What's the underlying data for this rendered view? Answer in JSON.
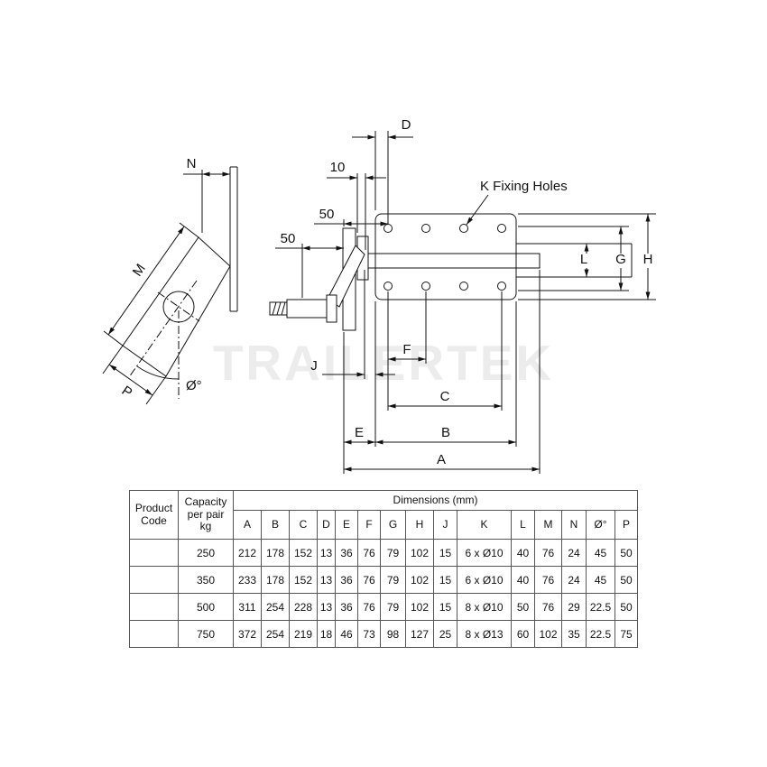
{
  "watermark": "TRAILERTEK",
  "diagram": {
    "labels": {
      "d": "D",
      "offset10": "10",
      "offset50_top": "50",
      "offset50_bottom": "50",
      "k_note": "K Fixing Holes",
      "l": "L",
      "g": "G",
      "h": "H",
      "f": "F",
      "j": "J",
      "c": "C",
      "e": "E",
      "b": "B",
      "a": "A",
      "n": "N",
      "m": "M",
      "p": "P",
      "angle": "Ø°"
    }
  },
  "table": {
    "header": {
      "product_code": "Product\nCode",
      "capacity": "Capacity\nper pair\nkg",
      "dimensions": "Dimensions (mm)"
    },
    "dim_columns": [
      "A",
      "B",
      "C",
      "D",
      "E",
      "F",
      "G",
      "H",
      "J",
      "K",
      "L",
      "M",
      "N",
      "Ø°",
      "P"
    ],
    "rows": [
      {
        "product_code": "",
        "capacity": "250",
        "values": [
          "212",
          "178",
          "152",
          "13",
          "36",
          "76",
          "79",
          "102",
          "15",
          "6 x Ø10",
          "40",
          "76",
          "24",
          "45",
          "50"
        ]
      },
      {
        "product_code": "",
        "capacity": "350",
        "values": [
          "233",
          "178",
          "152",
          "13",
          "36",
          "76",
          "79",
          "102",
          "15",
          "6 x Ø10",
          "40",
          "76",
          "24",
          "45",
          "50"
        ]
      },
      {
        "product_code": "",
        "capacity": "500",
        "values": [
          "311",
          "254",
          "228",
          "13",
          "36",
          "76",
          "79",
          "102",
          "15",
          "8 x Ø10",
          "50",
          "76",
          "29",
          "22.5",
          "50"
        ]
      },
      {
        "product_code": "",
        "capacity": "750",
        "values": [
          "372",
          "254",
          "219",
          "18",
          "46",
          "73",
          "98",
          "127",
          "25",
          "8 x Ø13",
          "60",
          "102",
          "35",
          "22.5",
          "75"
        ]
      }
    ]
  }
}
